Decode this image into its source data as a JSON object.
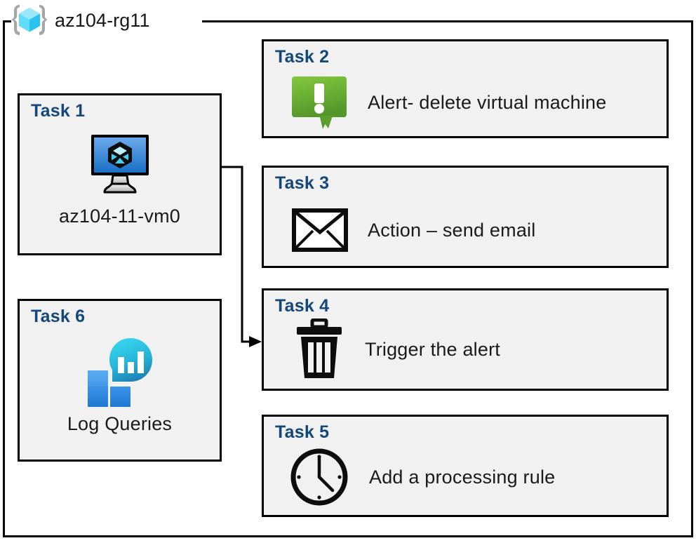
{
  "diagram": {
    "resource_group": {
      "name": "az104-rg11",
      "icon": "azure-resource-group-icon"
    },
    "colors": {
      "card_background": "#f1f1f1",
      "card_border": "#000000",
      "title_blue": "#14487a",
      "label_black": "#1a1a1a",
      "alert_green_light": "#7cc242",
      "alert_green_dark": "#5a9a28",
      "vm_blue_light": "#5ea0e8",
      "vm_blue_dark": "#1a6fc4",
      "rg_cyan_light": "#9ce8fb",
      "rg_cyan_dark": "#27c3ef",
      "log_blue": "#2a8fe0",
      "log_teal": "#2fc6e0",
      "connector": "#000000"
    },
    "cards": [
      {
        "id": "task1",
        "title": "Task 1",
        "label": "az104-11-vm0",
        "icon": "virtual-machine-icon",
        "layout": "stacked"
      },
      {
        "id": "task2",
        "title": "Task 2",
        "label": "Alert- delete virtual machine",
        "icon": "alert-exclamation-icon",
        "layout": "inline"
      },
      {
        "id": "task3",
        "title": "Task 3",
        "label": "Action – send email",
        "icon": "envelope-icon",
        "layout": "inline"
      },
      {
        "id": "task4",
        "title": "Task 4",
        "label": "Trigger the alert",
        "icon": "trash-can-icon",
        "layout": "inline"
      },
      {
        "id": "task5",
        "title": "Task 5",
        "label": "Add a processing rule",
        "icon": "clock-icon",
        "layout": "inline"
      },
      {
        "id": "task6",
        "title": "Task 6",
        "label": "Log Queries",
        "icon": "log-analytics-icon",
        "layout": "stacked"
      }
    ],
    "connectors": [
      {
        "id": "vm-to-task4",
        "from": "task1-vm-icon",
        "to": "task4",
        "arrowhead": "end"
      }
    ]
  }
}
